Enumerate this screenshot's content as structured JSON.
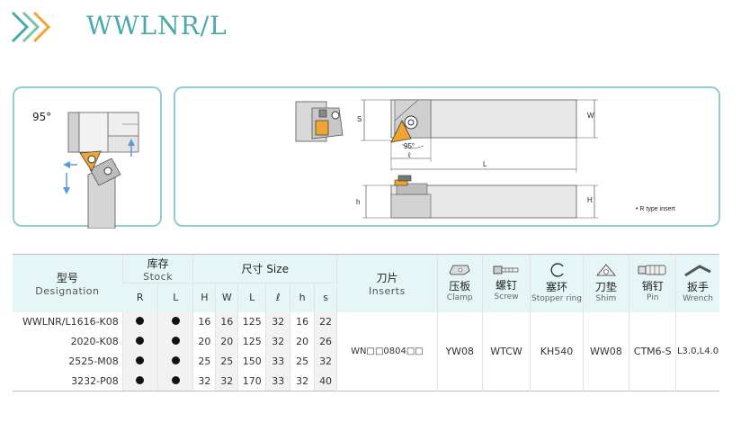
{
  "header": {
    "title": "WWLNR/L"
  },
  "diagram": {
    "angle": "95°",
    "angle_small": "95°",
    "dim_S": "S",
    "dim_W": "W",
    "dim_l": "ℓ",
    "dim_L": "L",
    "dim_h": "h",
    "dim_H": "H",
    "note": "• R type insert"
  },
  "table": {
    "designation_cn": "型号",
    "designation_en": "Designation",
    "stock_cn": "库存",
    "stock_en": "Stock",
    "stock_R": "R",
    "stock_L": "L",
    "size_label": "尺寸 Size",
    "size_cols": [
      "H",
      "W",
      "L",
      "ℓ",
      "h",
      "s"
    ],
    "inserts_cn": "刀片",
    "inserts_en": "Inserts",
    "clamp_cn": "压板",
    "clamp_en": "Clamp",
    "screw_cn": "螺钉",
    "screw_en": "Screw",
    "stopper_cn": "塞环",
    "stopper_en": "Stopper ring",
    "shim_cn": "刀垫",
    "shim_en": "Shim",
    "pin_cn": "销钉",
    "pin_en": "Pin",
    "wrench_cn": "扳手",
    "wrench_en": "Wrench",
    "rows": [
      {
        "designation": "WWLNR/L1616-K08",
        "R": "●",
        "L": "●",
        "H": "16",
        "W": "16",
        "Lval": "125",
        "l": "32",
        "h": "16",
        "s": "22"
      },
      {
        "designation": "2020-K08",
        "R": "●",
        "L": "●",
        "H": "20",
        "W": "20",
        "Lval": "125",
        "l": "32",
        "h": "20",
        "s": "26"
      },
      {
        "designation": "2525-M08",
        "R": "●",
        "L": "●",
        "H": "25",
        "W": "25",
        "Lval": "150",
        "l": "33",
        "h": "25",
        "s": "32"
      },
      {
        "designation": "3232-P08",
        "R": "●",
        "L": "●",
        "H": "32",
        "W": "32",
        "Lval": "170",
        "l": "33",
        "h": "32",
        "s": "40"
      }
    ],
    "shared": {
      "insert": "WN□□0804□□",
      "clamp": "YW08",
      "screw": "WTCW",
      "stopper": "KH540",
      "shim": "WW08",
      "pin": "CTM6-S",
      "wrench": "L3.0,L4.0"
    }
  },
  "colors": {
    "accent": "#4aa9ad",
    "orange": "#f0a531",
    "border": "#8fcfcf",
    "header_bg": "#e6f5f5",
    "arrow": "#5b9bd5"
  }
}
